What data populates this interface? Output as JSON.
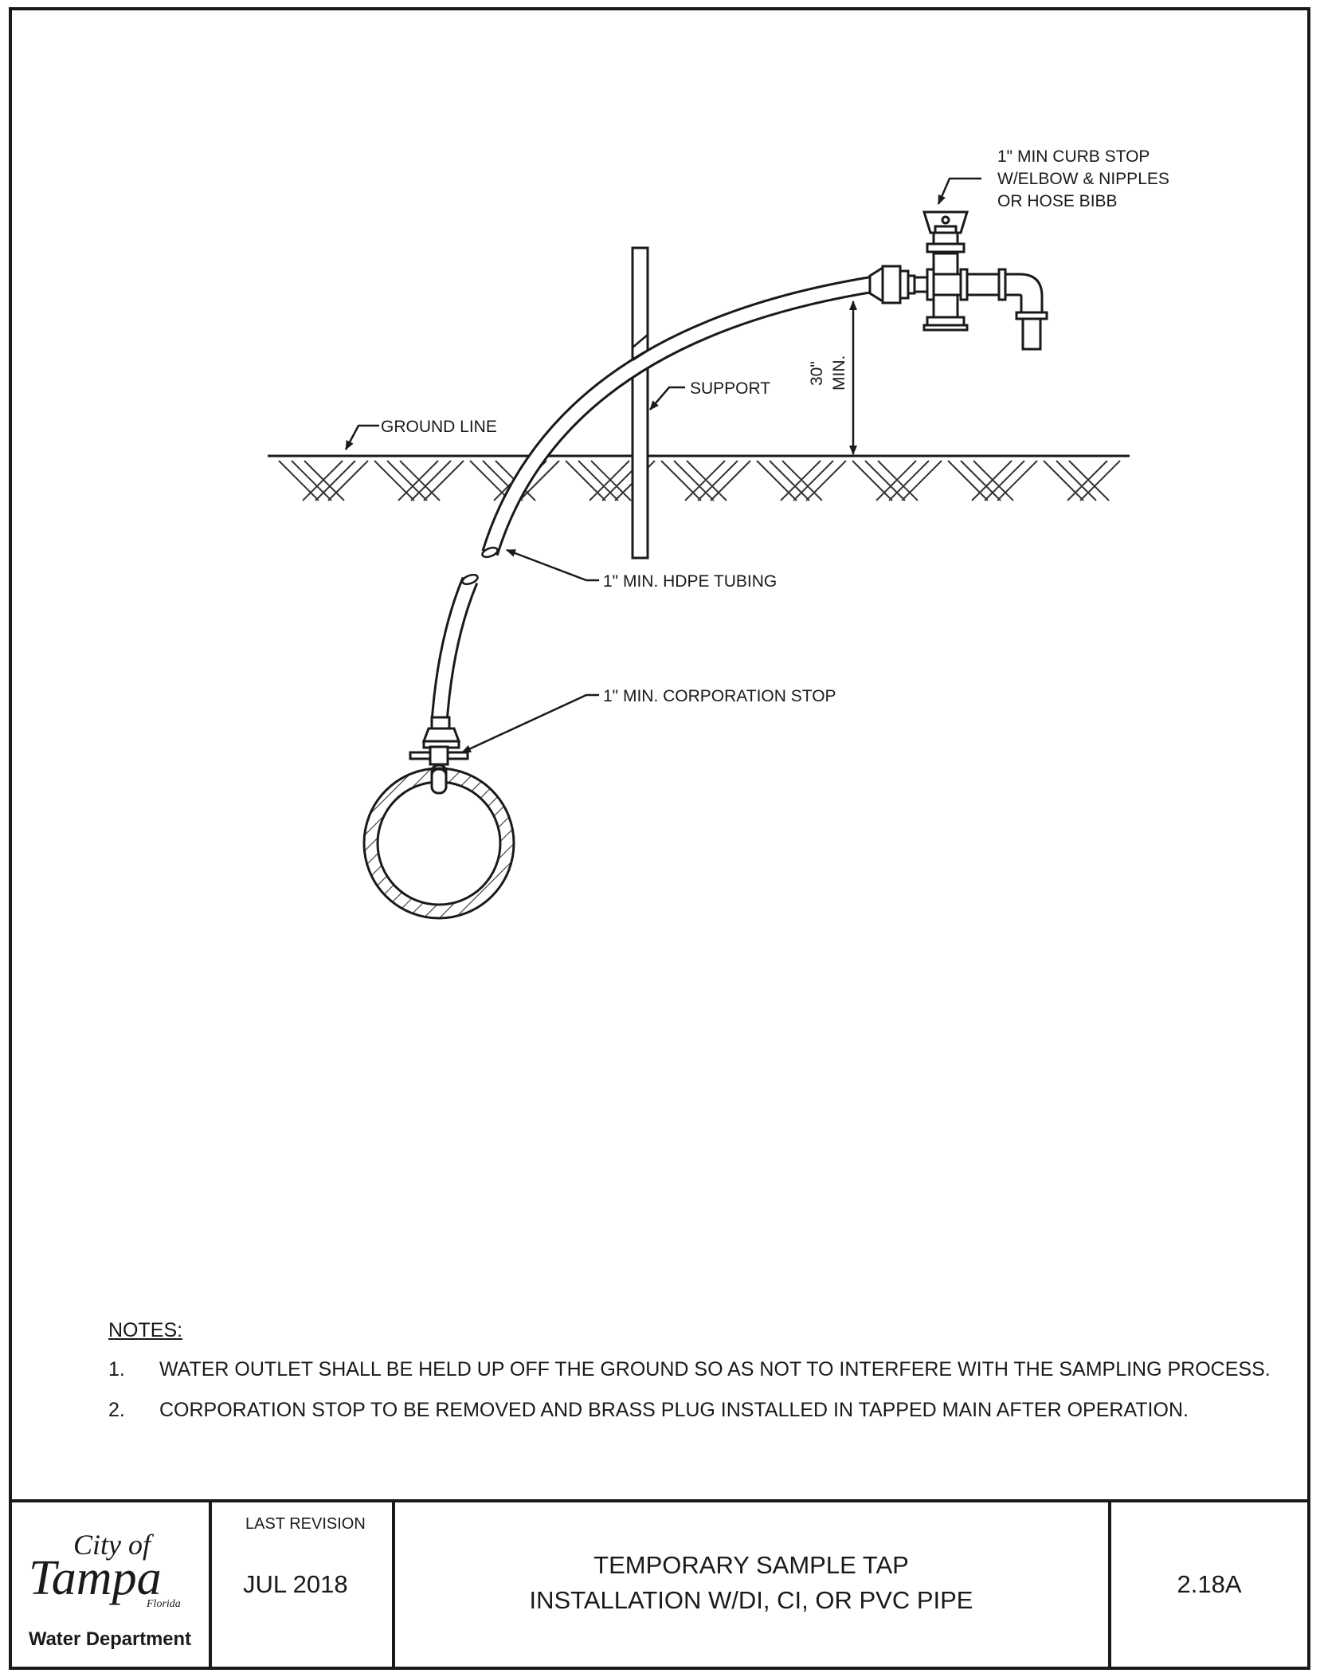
{
  "labels": {
    "curb_stop": [
      "1\" MIN CURB STOP",
      "W/ELBOW & NIPPLES",
      "OR HOSE BIBB"
    ],
    "support": "SUPPORT",
    "ground_line": "GROUND LINE",
    "min_height_value": "30\"",
    "min_height_suffix": "MIN.",
    "hdpe": "1\" MIN. HDPE TUBING",
    "corp_stop": "1\" MIN. CORPORATION STOP"
  },
  "notes": {
    "title": "NOTES:",
    "items": [
      {
        "num": "1.",
        "text": "WATER OUTLET SHALL BE HELD UP OFF THE GROUND SO AS NOT TO INTERFERE WITH THE SAMPLING PROCESS."
      },
      {
        "num": "2.",
        "text": "CORPORATION STOP TO BE REMOVED AND BRASS PLUG INSTALLED IN TAPPED MAIN AFTER OPERATION."
      }
    ]
  },
  "title_block": {
    "logo": {
      "city_of": "City of",
      "tampa": "Tampa",
      "florida": "Florida",
      "department": "Water Department"
    },
    "last_revision_label": "LAST REVISION",
    "last_revision_date": "JUL 2018",
    "title_line1": "TEMPORARY SAMPLE TAP",
    "title_line2": "INSTALLATION W/DI, CI, OR PVC PIPE",
    "detail_number": "2.18A"
  }
}
